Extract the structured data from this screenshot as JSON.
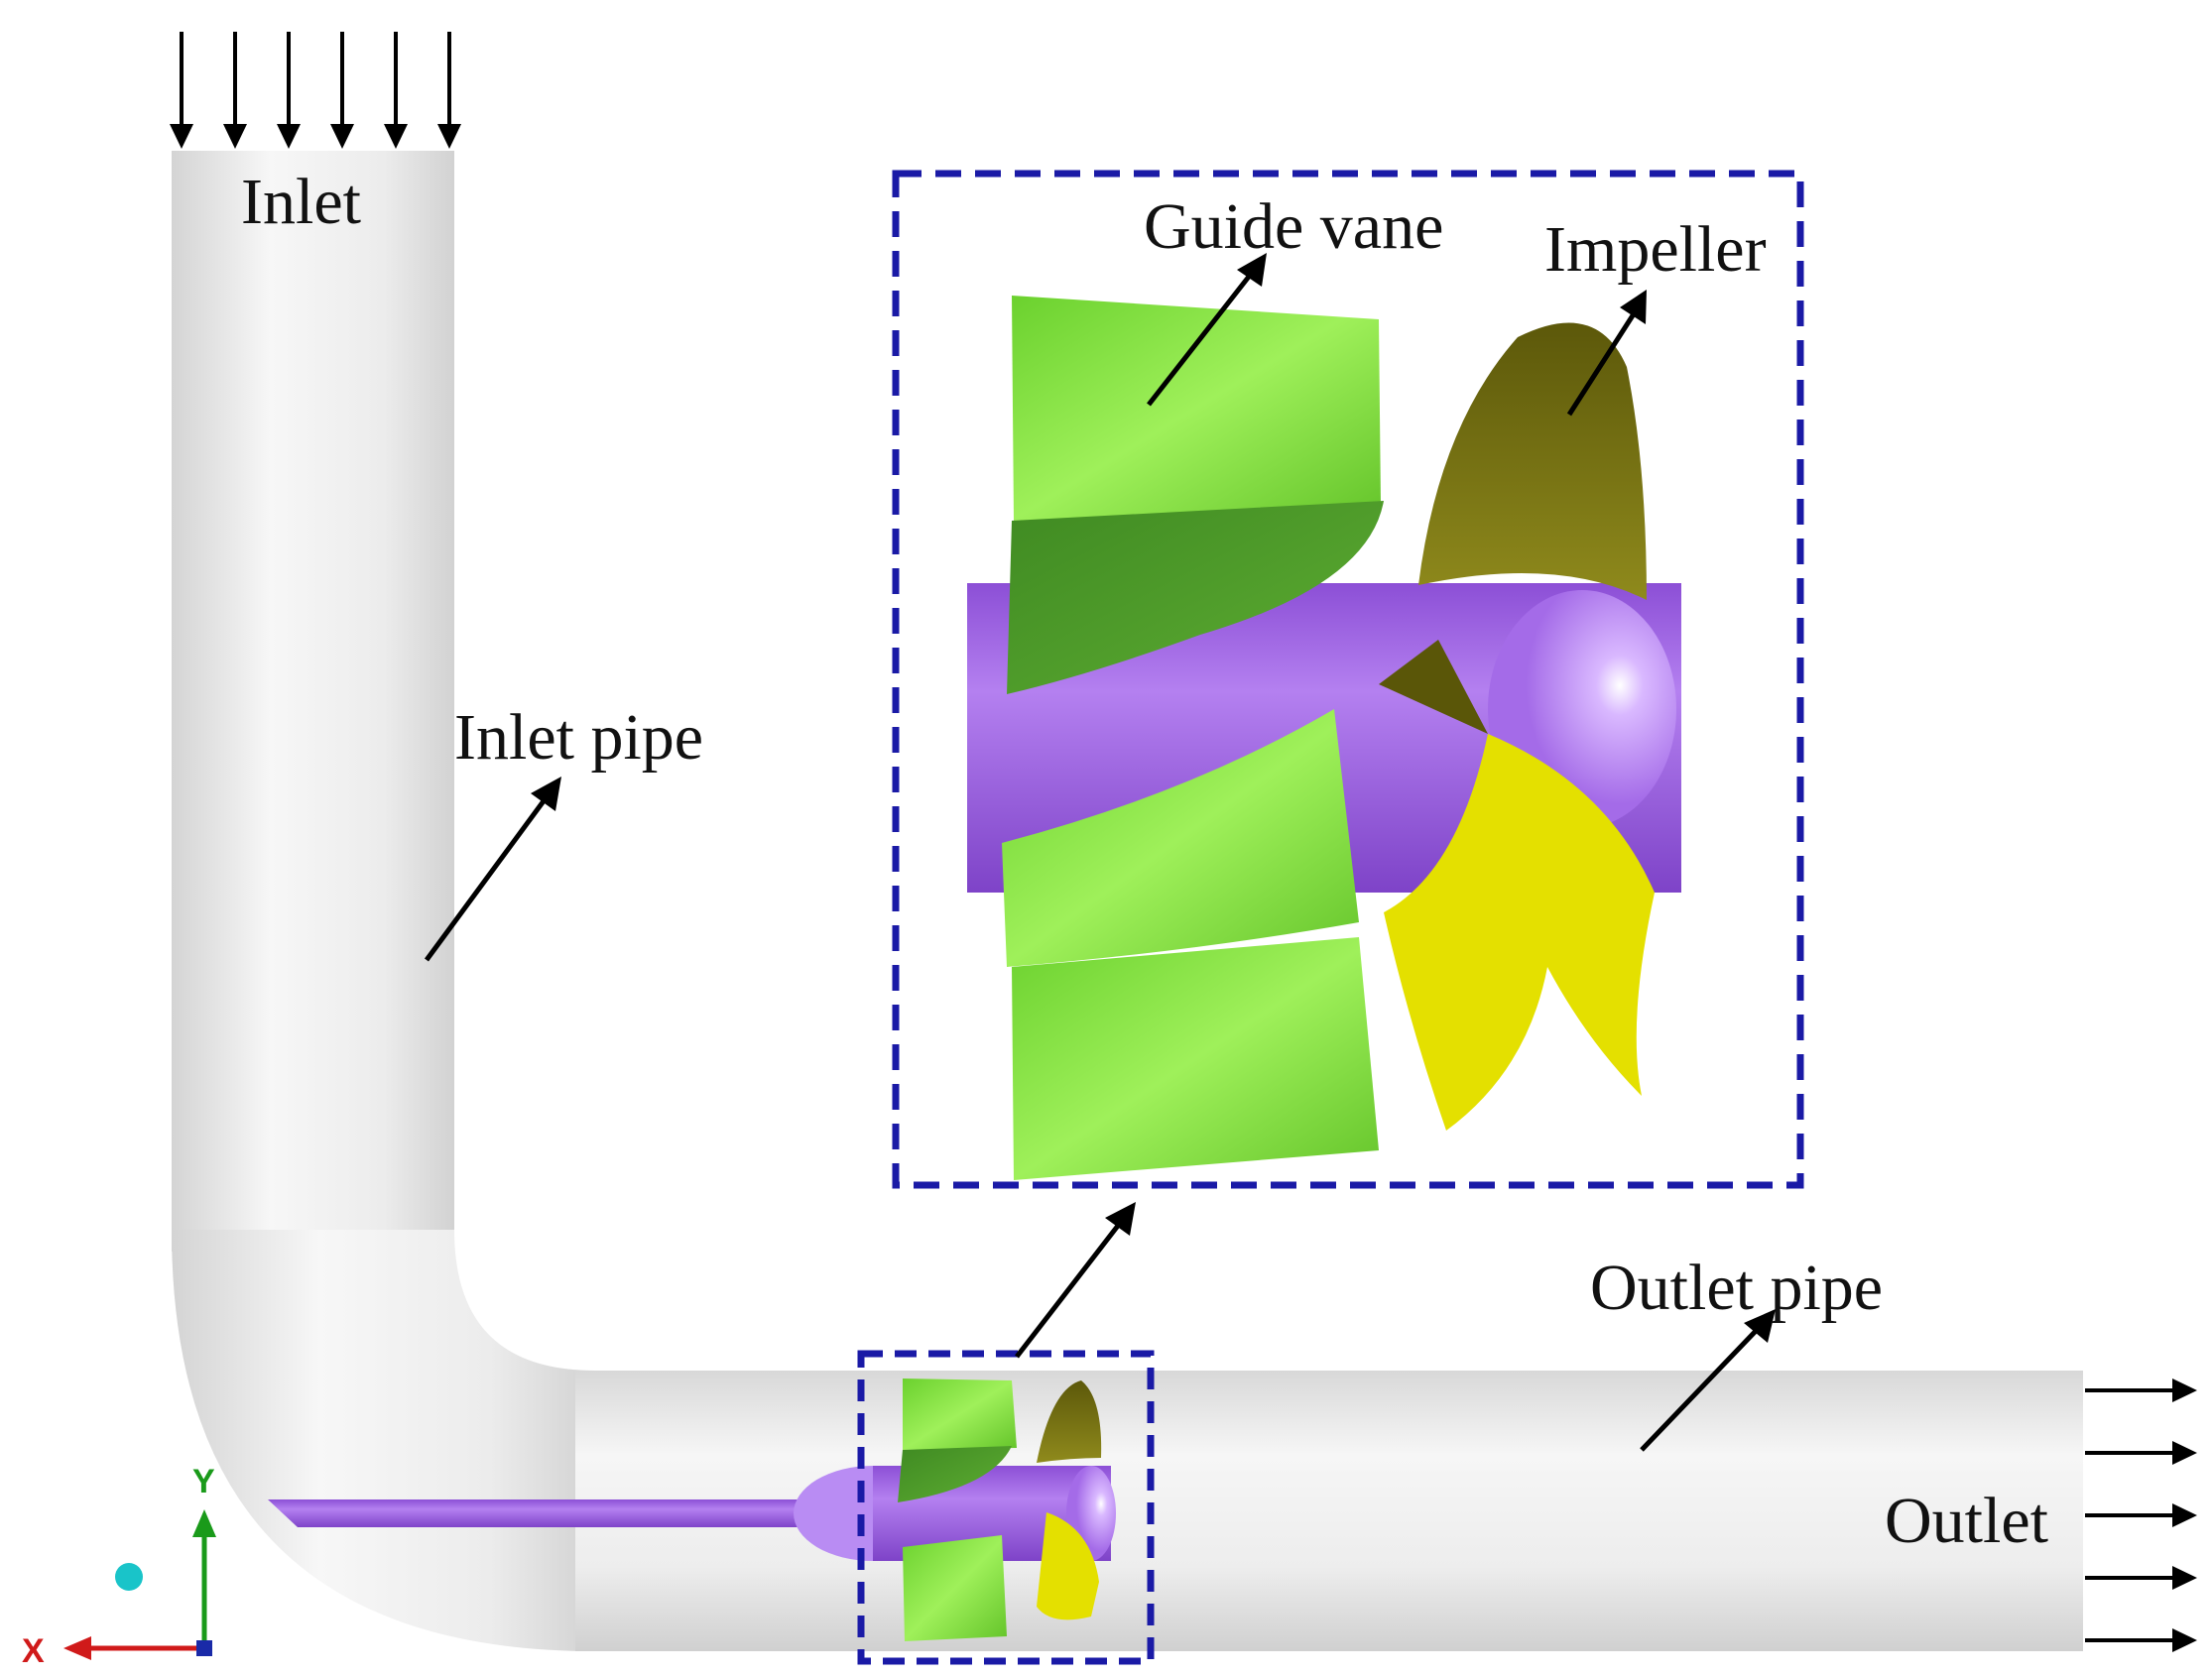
{
  "labels": {
    "inlet": "Inlet",
    "inlet_pipe": "Inlet pipe",
    "guide_vane": "Guide vane",
    "impeller": "Impeller",
    "outlet_pipe": "Outlet pipe",
    "outlet": "Outlet"
  },
  "axes": {
    "x": "X",
    "y": "Y"
  },
  "colors": {
    "pipe": "#e9e9e9",
    "shaft": "#a46be8",
    "guide_vane": "#7fdc3a",
    "impeller_dark": "#6f6a10",
    "impeller_yellow": "#e4e000",
    "dashed_box": "#1a1aa6",
    "arrow": "#000000",
    "axis_x": "#d01a1a",
    "axis_y": "#1a9a1a",
    "axis_z_dot": "#19c4c9"
  },
  "icons": {
    "inflow": "down-arrow-icon",
    "outflow": "right-arrow-icon"
  }
}
